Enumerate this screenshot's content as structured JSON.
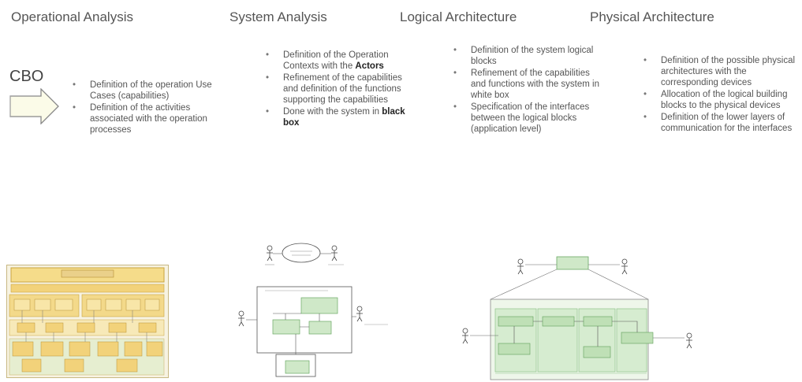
{
  "headers": {
    "operational": "Operational Analysis",
    "system": "System Analysis",
    "logical": "Logical Architecture",
    "physical": "Physical Architecture"
  },
  "cbo_label": "CBO",
  "operational_bullets": [
    "Definition of the operation Use Cases (capabilities)",
    "Definition of the activities associated with the operation processes"
  ],
  "system_bullets": {
    "b1_pre": "Definition of the Operation Contexts with the ",
    "b1_bold": "Actors",
    "b2": "Refinement of the capabilities and definition of the functions supporting the capabilities",
    "b3_pre": "Done with the system in ",
    "b3_bold": "black box"
  },
  "logical_bullets": [
    "Definition of the system logical blocks",
    "Refinement of the capabilities and functions with the system in white box",
    "Specification of the interfaces between the logical blocks (application level)"
  ],
  "physical_bullets": [
    "Definition of the possible physical architectures with the corresponding devices",
    "Allocation of the logical building blocks to the physical devices",
    "Definition of the lower layers of communication for the interfaces"
  ],
  "colors": {
    "yellow": "#f2d27a",
    "yellow_dark": "#d9a93a",
    "green": "#d6ecd0",
    "green_dark": "#8fc48a",
    "arrow_fill": "#fbfbe8",
    "arrow_stroke": "#888888"
  },
  "icons": [
    "arrow-right-outline-icon",
    "actor-stick-figure-icon"
  ]
}
